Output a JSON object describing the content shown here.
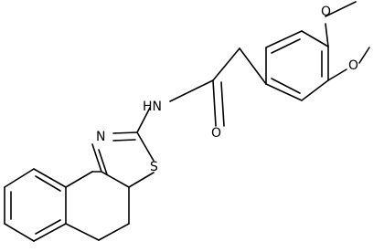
{
  "structure": {
    "atom_labels": {
      "methoxy_o_top": "O",
      "methoxy_o_right": "O",
      "carbonyl_o": "O",
      "amide_nh": "HN",
      "thiazole_n": "N",
      "thiazole_s": "S"
    }
  }
}
